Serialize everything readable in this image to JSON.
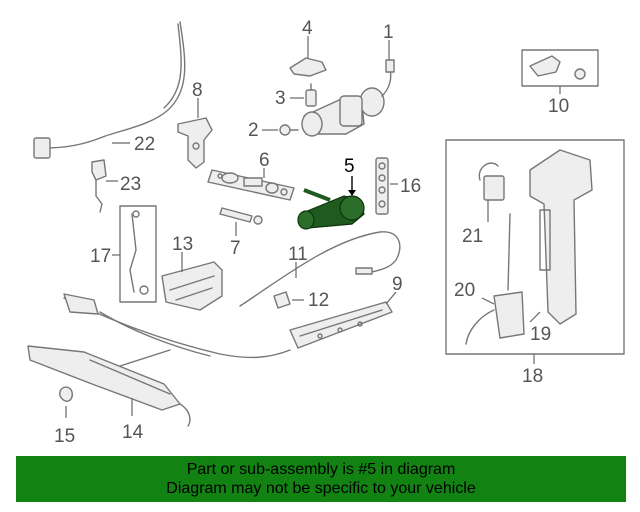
{
  "diagram": {
    "highlighted_part": "5",
    "callouts": [
      {
        "id": "1",
        "label": "1"
      },
      {
        "id": "2",
        "label": "2"
      },
      {
        "id": "3",
        "label": "3"
      },
      {
        "id": "4",
        "label": "4"
      },
      {
        "id": "5",
        "label": "5"
      },
      {
        "id": "6",
        "label": "6"
      },
      {
        "id": "7",
        "label": "7"
      },
      {
        "id": "8",
        "label": "8"
      },
      {
        "id": "9",
        "label": "9"
      },
      {
        "id": "10",
        "label": "10"
      },
      {
        "id": "11",
        "label": "11"
      },
      {
        "id": "12",
        "label": "12"
      },
      {
        "id": "13",
        "label": "13"
      },
      {
        "id": "14",
        "label": "14"
      },
      {
        "id": "15",
        "label": "15"
      },
      {
        "id": "16",
        "label": "16"
      },
      {
        "id": "17",
        "label": "17"
      },
      {
        "id": "18",
        "label": "18"
      },
      {
        "id": "19",
        "label": "19"
      },
      {
        "id": "20",
        "label": "20"
      },
      {
        "id": "21",
        "label": "21"
      },
      {
        "id": "22",
        "label": "22"
      },
      {
        "id": "23",
        "label": "23"
      }
    ],
    "colors": {
      "highlight_part": "#1f5a1f",
      "banner_background": "#128213",
      "line_art": "#777777"
    }
  },
  "banner": {
    "line1": "Part or sub-assembly is #5 in diagram",
    "line2": "Diagram may not be specific to your vehicle"
  }
}
